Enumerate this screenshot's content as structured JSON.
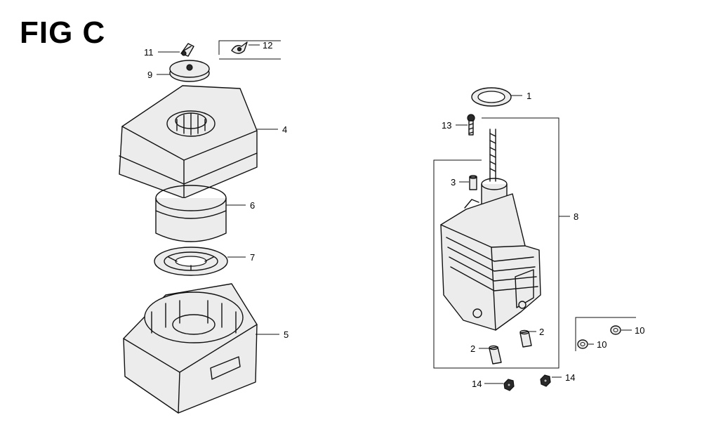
{
  "figure": {
    "title": "FIG C",
    "colors": {
      "ink": "#111111",
      "background": "#ffffff"
    },
    "callouts": [
      {
        "id": "c1",
        "label": "1"
      },
      {
        "id": "c2a",
        "label": "2"
      },
      {
        "id": "c2b",
        "label": "2"
      },
      {
        "id": "c3",
        "label": "3"
      },
      {
        "id": "c4",
        "label": "4"
      },
      {
        "id": "c5",
        "label": "5"
      },
      {
        "id": "c6",
        "label": "6"
      },
      {
        "id": "c7",
        "label": "7"
      },
      {
        "id": "c8",
        "label": "8"
      },
      {
        "id": "c9",
        "label": "9"
      },
      {
        "id": "c10a",
        "label": "10"
      },
      {
        "id": "c10b",
        "label": "10"
      },
      {
        "id": "c11",
        "label": "11"
      },
      {
        "id": "c12",
        "label": "12"
      },
      {
        "id": "c13",
        "label": "13"
      },
      {
        "id": "c14a",
        "label": "14"
      },
      {
        "id": "c14b",
        "label": "14"
      }
    ]
  }
}
